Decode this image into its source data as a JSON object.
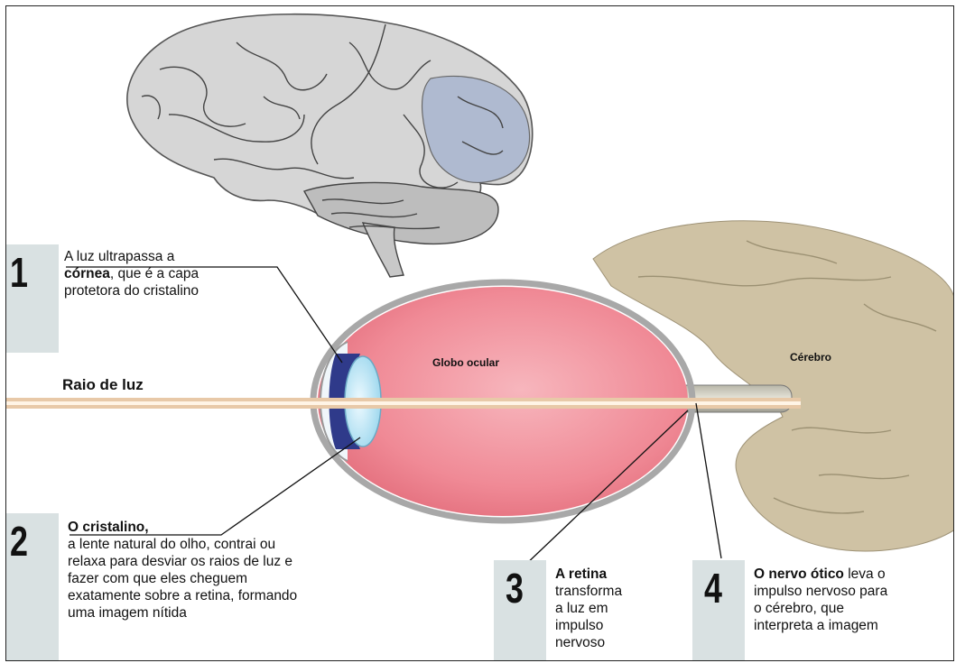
{
  "labels": {
    "ray": "Raio de luz",
    "eyeball": "Globo ocular",
    "brain": "Cérebro"
  },
  "steps": [
    {
      "number": "1",
      "bold": "",
      "lines": [
        "A luz ultrapassa a",
        "córnea, que é a capa",
        "protetora do cristalino"
      ],
      "bold_prefix_line2": "córnea"
    },
    {
      "number": "2",
      "bold": "O cristalino,",
      "lines": [
        "a lente natural do olho, contrai ou",
        "relaxa para desviar os raios de luz e",
        "fazer com que eles cheguem",
        "exatamente sobre a retina, formando",
        "uma imagem nítida"
      ]
    },
    {
      "number": "3",
      "bold": "A retina",
      "lines": [
        "transforma",
        "a luz em",
        "impulso",
        "nervoso"
      ]
    },
    {
      "number": "4",
      "bold": "O nervo ótico",
      "lines": [
        " leva o",
        "impulso nervoso para",
        "o cérebro, que",
        "interpreta a imagem"
      ]
    }
  ],
  "colors": {
    "eyeball": "#f08a96",
    "eyeball_light": "#f7b6bd",
    "lens": "#cfeefa",
    "iris": "#2f3a8a",
    "ray": "#e8c9a8",
    "brain_top": "#d6d6d6",
    "brain_tan": "#cfc2a4",
    "box": "#d9e1e2"
  }
}
